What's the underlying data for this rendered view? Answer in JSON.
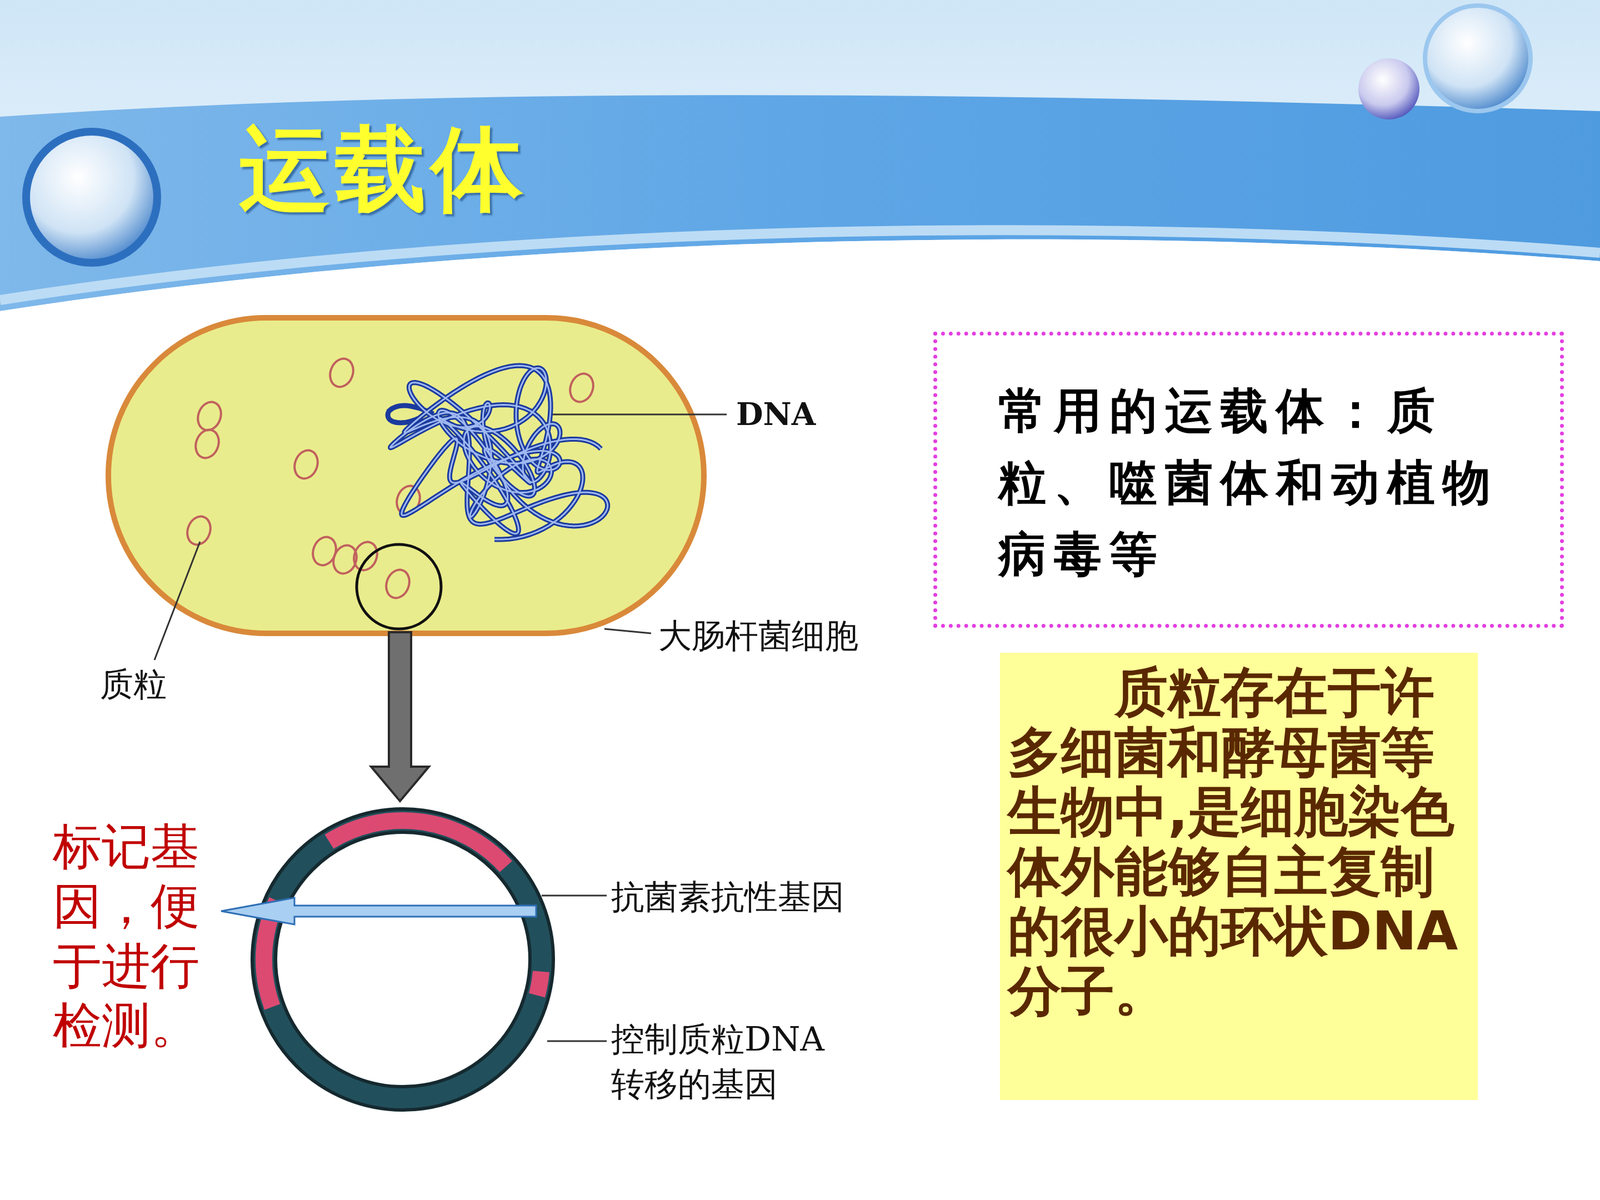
{
  "diagram": {
    "title": "运载体",
    "nodes": [
      {
        "text": [
          "常用的运载体：质粒、噬菌体和动植物病毒等"
        ]
      },
      {
        "text": [
          "质粒存在于许多细菌和酵母菌等生物中,是细胞染色体外能够自主复制的很小的环状DNA分子。"
        ]
      }
    ],
    "labels": [
      "DNA",
      "大肠杆菌细胞",
      "质粒",
      "抗菌素抗性基因",
      "控制质粒DNA 转移的基因",
      "标记基因，便于进行检测。"
    ]
  }
}
